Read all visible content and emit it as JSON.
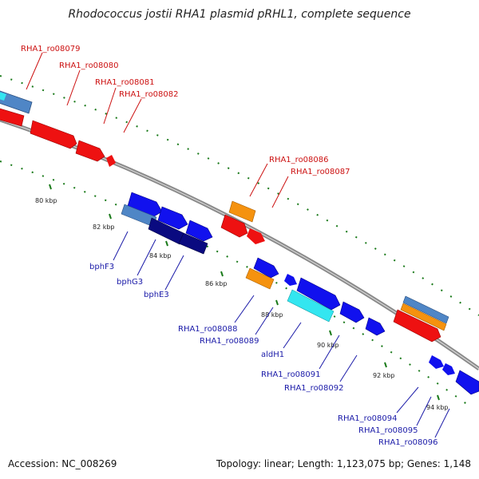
{
  "title": "Rhodococcus jostii RHA1 plasmid pRHL1, complete sequence",
  "footer": {
    "accession": "Accession: NC_008269",
    "topology": "Topology: linear; Length: 1,123,075 bp; Genes: 1,148"
  },
  "ticks": [
    "80 kbp",
    "82 kbp",
    "84 kbp",
    "86 kbp",
    "88 kbp",
    "90 kbp",
    "92 kbp",
    "94 kbp"
  ],
  "labels_top": [
    "RHA1_ro08079",
    "RHA1_ro08080",
    "RHA1_ro08081",
    "RHA1_ro08082",
    "RHA1_ro08086",
    "RHA1_ro08087"
  ],
  "labels_bottom": [
    "bphF3",
    "bphG3",
    "bphE3",
    "RHA1_ro08088",
    "RHA1_ro08089",
    "aldH1",
    "RHA1_ro08091",
    "RHA1_ro08092",
    "RHA1_ro08094",
    "RHA1_ro08095",
    "RHA1_ro08096"
  ],
  "colors": {
    "red": "#ee1111",
    "blue": "#1111ee",
    "navy": "#0a0a80",
    "steel": "#4f86c6",
    "orange": "#f5920f",
    "cyan": "#33e6f0",
    "tick": "#1a7a1a",
    "backbone": "#8a8a8a"
  }
}
